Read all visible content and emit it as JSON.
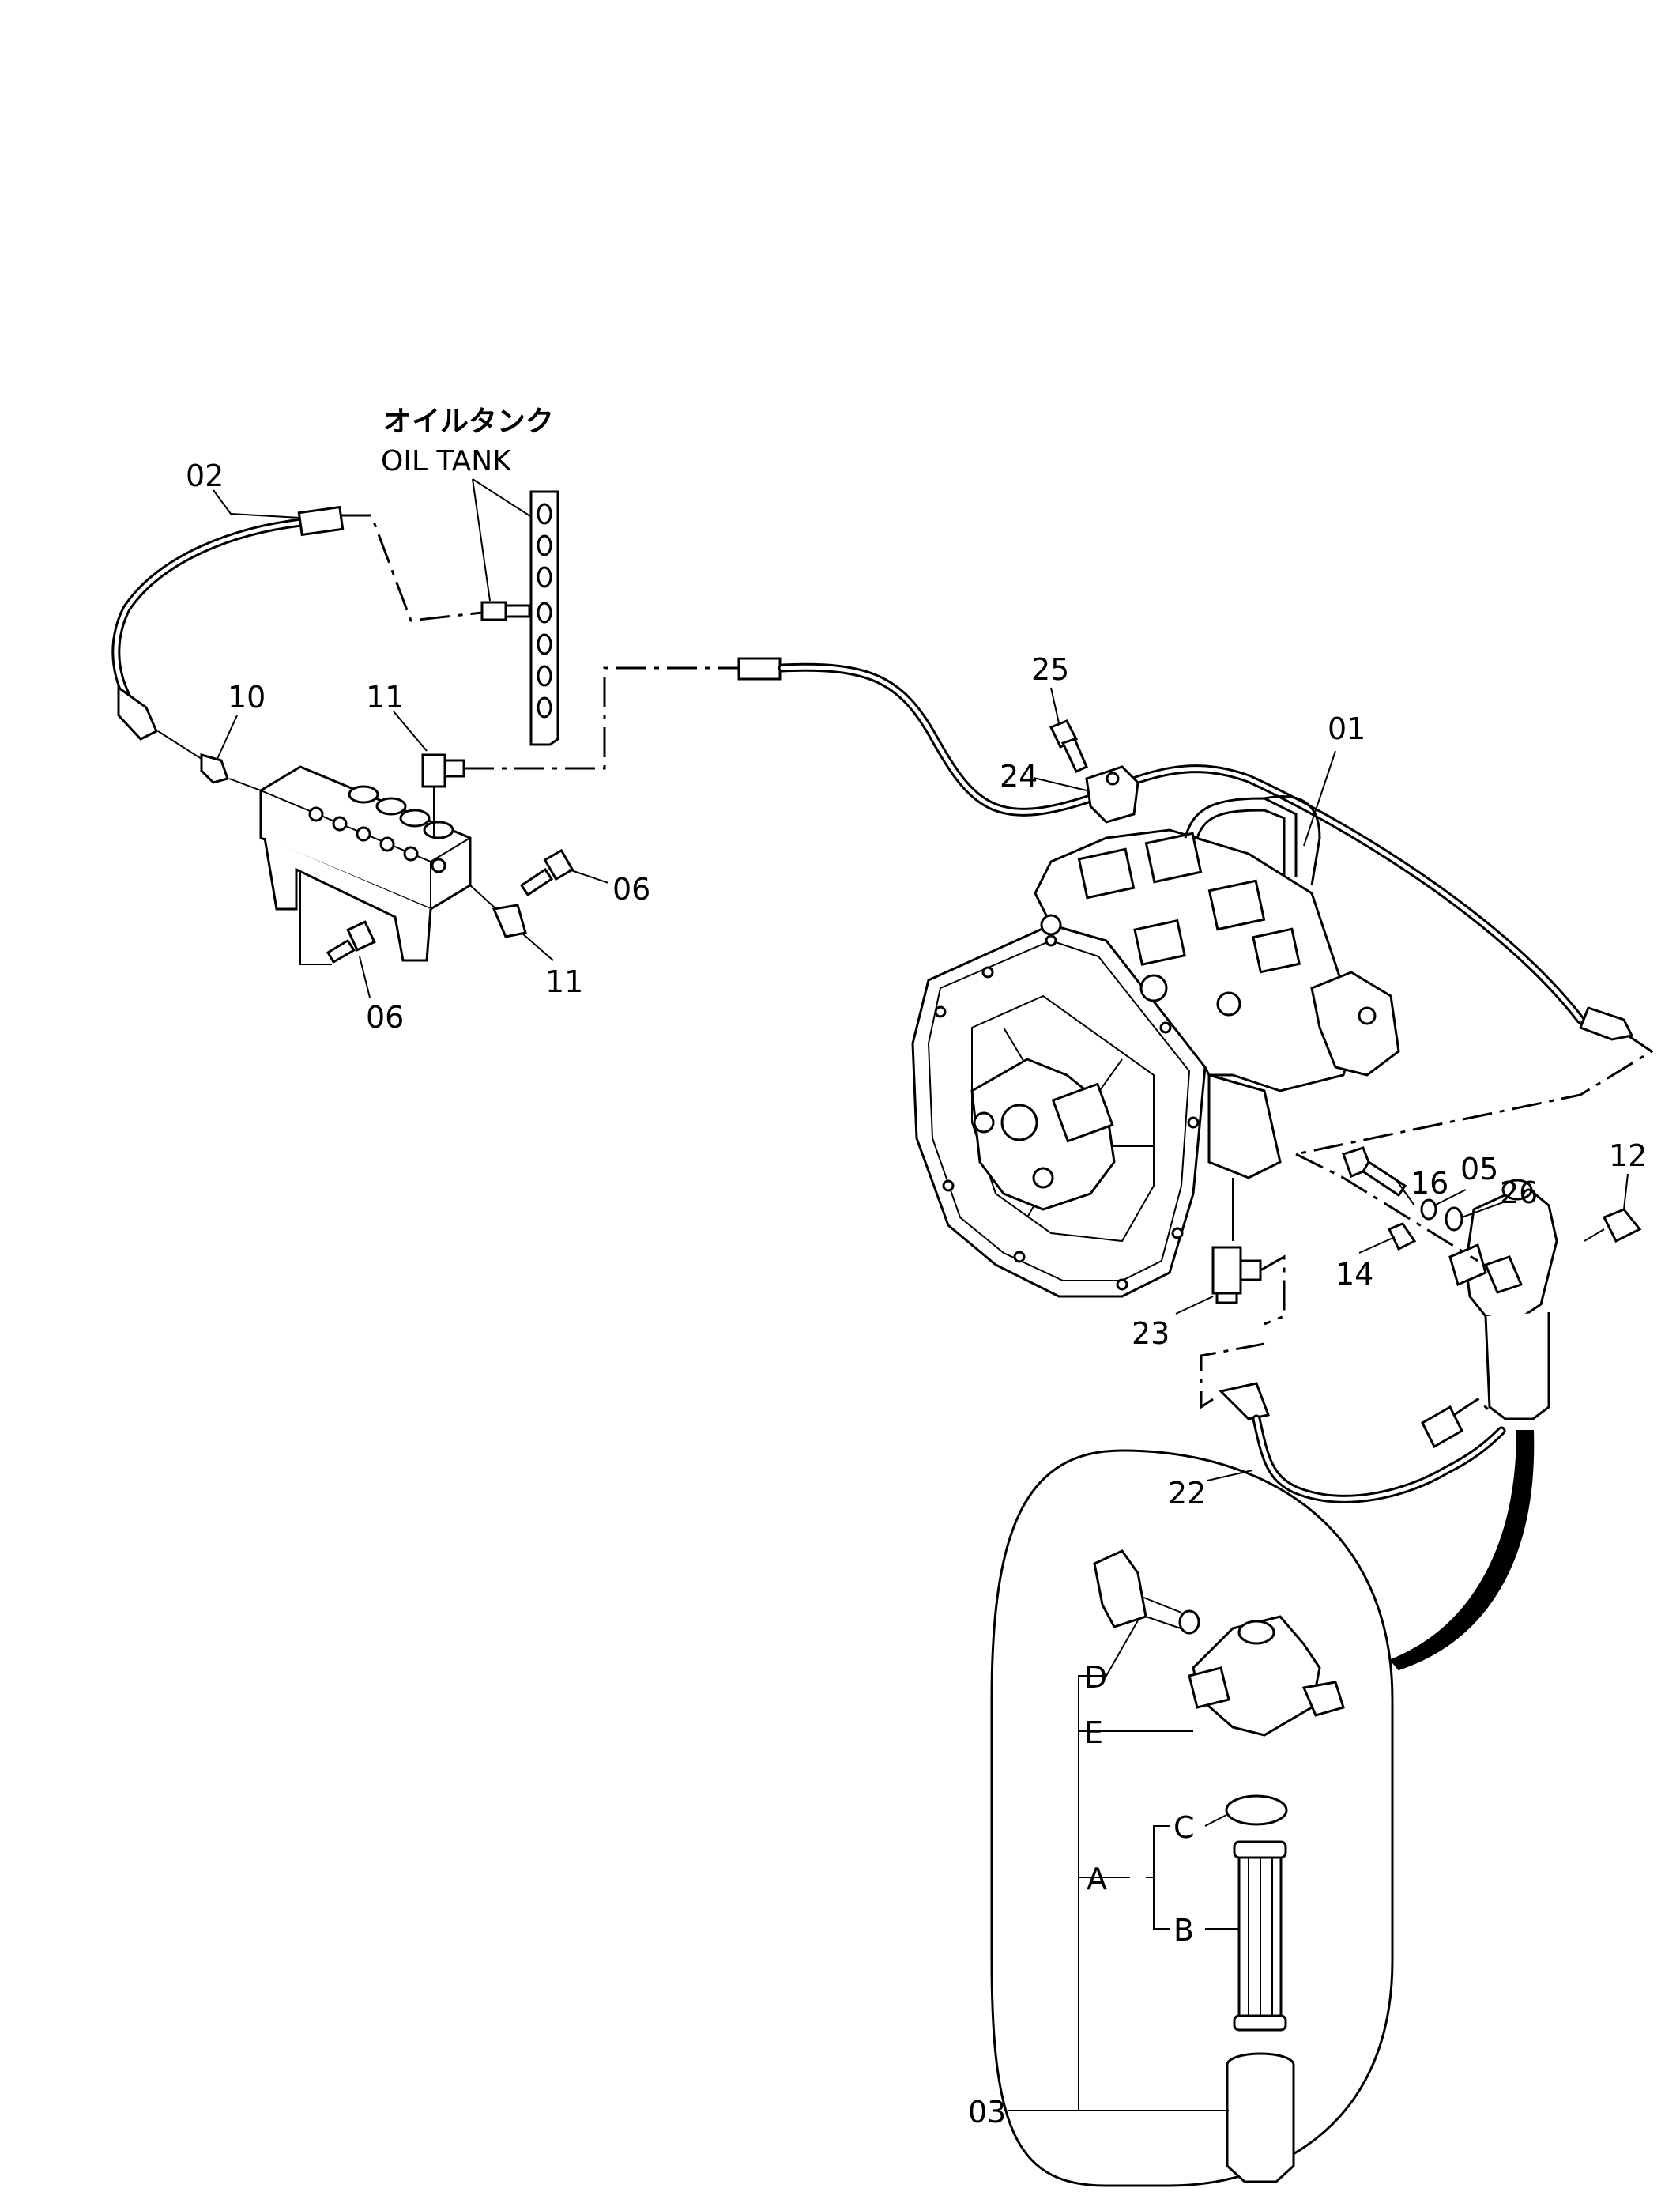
{
  "oil_tank": {
    "label_jp": "オイルタンク",
    "label_en": "OIL  TANK"
  },
  "callouts": [
    {
      "id": "c-02",
      "text": "02"
    },
    {
      "id": "c-10",
      "text": "10"
    },
    {
      "id": "c-11a",
      "text": "11"
    },
    {
      "id": "c-06a",
      "text": "06"
    },
    {
      "id": "c-11b",
      "text": "11"
    },
    {
      "id": "c-06b",
      "text": "06"
    },
    {
      "id": "c-25",
      "text": "25"
    },
    {
      "id": "c-01",
      "text": "01"
    },
    {
      "id": "c-24",
      "text": "24"
    },
    {
      "id": "c-16",
      "text": "16"
    },
    {
      "id": "c-05",
      "text": "05"
    },
    {
      "id": "c-26",
      "text": "26"
    },
    {
      "id": "c-12",
      "text": "12"
    },
    {
      "id": "c-14",
      "text": "14"
    },
    {
      "id": "c-23",
      "text": "23"
    },
    {
      "id": "c-22",
      "text": "22"
    },
    {
      "id": "c-D",
      "text": "D"
    },
    {
      "id": "c-E",
      "text": "E"
    },
    {
      "id": "c-C",
      "text": "C"
    },
    {
      "id": "c-A",
      "text": "A"
    },
    {
      "id": "c-B",
      "text": "B"
    },
    {
      "id": "c-03",
      "text": "03"
    }
  ]
}
